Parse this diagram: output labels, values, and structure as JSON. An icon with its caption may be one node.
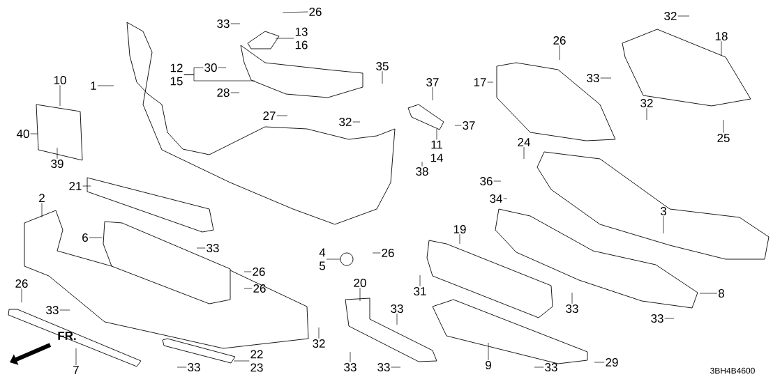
{
  "diagram": {
    "nodes": [
      {
        "text": [
          "26"
        ]
      },
      {
        "text": [
          "33"
        ]
      },
      {
        "text": [
          "13",
          "16"
        ]
      },
      {
        "text": [
          "32"
        ]
      },
      {
        "text": [
          "18"
        ]
      },
      {
        "text": [
          "10"
        ]
      },
      {
        "text": [
          "1"
        ]
      },
      {
        "text": [
          "12",
          "15"
        ]
      },
      {
        "text": [
          "30"
        ]
      },
      {
        "text": [
          "35"
        ]
      },
      {
        "text": [
          "17"
        ]
      },
      {
        "text": [
          "33"
        ]
      },
      {
        "text": [
          "26"
        ]
      },
      {
        "text": [
          "28"
        ]
      },
      {
        "text": [
          "37"
        ]
      },
      {
        "text": [
          "32"
        ]
      },
      {
        "text": [
          "40"
        ]
      },
      {
        "text": [
          "27"
        ]
      },
      {
        "text": [
          "32"
        ]
      },
      {
        "text": [
          "37"
        ]
      },
      {
        "text": [
          "11",
          "14"
        ]
      },
      {
        "text": [
          "24"
        ]
      },
      {
        "text": [
          "25"
        ]
      },
      {
        "text": [
          "39"
        ]
      },
      {
        "text": [
          "38"
        ]
      },
      {
        "text": [
          "36"
        ]
      },
      {
        "text": [
          "21"
        ]
      },
      {
        "text": [
          "34"
        ]
      },
      {
        "text": [
          "2"
        ]
      },
      {
        "text": [
          "3"
        ]
      },
      {
        "text": [
          "19"
        ]
      },
      {
        "text": [
          "6"
        ]
      },
      {
        "text": [
          "33"
        ]
      },
      {
        "text": [
          "4",
          "5"
        ]
      },
      {
        "text": [
          "26"
        ]
      },
      {
        "text": [
          "26"
        ]
      },
      {
        "text": [
          "20"
        ]
      },
      {
        "text": [
          "26"
        ]
      },
      {
        "text": [
          "26"
        ]
      },
      {
        "text": [
          "31"
        ]
      },
      {
        "text": [
          "8"
        ]
      },
      {
        "text": [
          "33"
        ]
      },
      {
        "text": [
          "33"
        ]
      },
      {
        "text": [
          "33"
        ]
      },
      {
        "text": [
          "33"
        ]
      },
      {
        "text": [
          "32"
        ]
      },
      {
        "text": [
          "22",
          "23"
        ]
      },
      {
        "text": [
          "29"
        ]
      },
      {
        "text": [
          "9"
        ]
      },
      {
        "text": [
          "33"
        ]
      },
      {
        "text": [
          "7"
        ]
      },
      {
        "text": [
          "33"
        ]
      },
      {
        "text": [
          "33"
        ]
      },
      {
        "text": [
          "33"
        ]
      },
      {
        "text": [],
        "shape": "circle"
      }
    ],
    "edges": [
      {
        "from": 0,
        "to": null,
        "arrow": "none"
      },
      {
        "from": 1,
        "to": null,
        "arrow": "none"
      },
      {
        "from": 2,
        "to": null,
        "arrow": "none"
      },
      {
        "from": 3,
        "to": null,
        "arrow": "none"
      },
      {
        "from": 4,
        "to": null,
        "arrow": "none"
      },
      {
        "from": 5,
        "to": null,
        "arrow": "none"
      },
      {
        "from": 6,
        "to": null,
        "arrow": "none"
      },
      {
        "from": 7,
        "to": null,
        "arrow": "none"
      },
      {
        "from": 8,
        "to": null,
        "arrow": "none"
      },
      {
        "from": 9,
        "to": null,
        "arrow": "none"
      },
      {
        "from": 10,
        "to": null,
        "arrow": "none"
      },
      {
        "from": 11,
        "to": null,
        "arrow": "none"
      },
      {
        "from": 12,
        "to": null,
        "arrow": "none"
      },
      {
        "from": 13,
        "to": null,
        "arrow": "none"
      },
      {
        "from": 14,
        "to": null,
        "arrow": "none"
      },
      {
        "from": 15,
        "to": null,
        "arrow": "none"
      },
      {
        "from": 16,
        "to": null,
        "arrow": "none"
      },
      {
        "from": 17,
        "to": null,
        "arrow": "none"
      },
      {
        "from": 18,
        "to": null,
        "arrow": "none"
      },
      {
        "from": 19,
        "to": null,
        "arrow": "none"
      },
      {
        "from": 20,
        "to": null,
        "arrow": "none"
      },
      {
        "from": 21,
        "to": null,
        "arrow": "none"
      },
      {
        "from": 22,
        "to": null,
        "arrow": "none"
      },
      {
        "from": 23,
        "to": null,
        "arrow": "none"
      },
      {
        "from": 24,
        "to": null,
        "arrow": "none"
      },
      {
        "from": 25,
        "to": null,
        "arrow": "none"
      },
      {
        "from": 26,
        "to": null,
        "arrow": "none"
      },
      {
        "from": 27,
        "to": null,
        "arrow": "none"
      },
      {
        "from": 28,
        "to": null,
        "arrow": "none"
      },
      {
        "from": 29,
        "to": null,
        "arrow": "none"
      },
      {
        "from": 30,
        "to": null,
        "arrow": "none"
      },
      {
        "from": 31,
        "to": null,
        "arrow": "none"
      },
      {
        "from": 32,
        "to": null,
        "arrow": "none"
      },
      {
        "from": 33,
        "to": 54,
        "arrow": "none"
      },
      {
        "from": 34,
        "to": null,
        "arrow": "none"
      },
      {
        "from": 35,
        "to": null,
        "arrow": "none"
      },
      {
        "from": 36,
        "to": null,
        "arrow": "none"
      },
      {
        "from": 37,
        "to": null,
        "arrow": "none"
      },
      {
        "from": 38,
        "to": null,
        "arrow": "none"
      },
      {
        "from": 39,
        "to": null,
        "arrow": "none"
      },
      {
        "from": 40,
        "to": null,
        "arrow": "none"
      },
      {
        "from": 41,
        "to": null,
        "arrow": "none"
      },
      {
        "from": 42,
        "to": null,
        "arrow": "none"
      },
      {
        "from": 43,
        "to": null,
        "arrow": "none"
      },
      {
        "from": 44,
        "to": null,
        "arrow": "none"
      },
      {
        "from": 45,
        "to": null,
        "arrow": "none"
      },
      {
        "from": 46,
        "to": null,
        "arrow": "none"
      },
      {
        "from": 47,
        "to": null,
        "arrow": "none"
      },
      {
        "from": 48,
        "to": null,
        "arrow": "none"
      },
      {
        "from": 49,
        "to": null,
        "arrow": "none"
      },
      {
        "from": 50,
        "to": null,
        "arrow": "none"
      },
      {
        "from": 51,
        "to": null,
        "arrow": "none"
      },
      {
        "from": 52,
        "to": null,
        "arrow": "none"
      },
      {
        "from": 53,
        "to": null,
        "arrow": "none"
      },
      {
        "from": 7,
        "to": 8,
        "arrow": "none"
      }
    ],
    "labels": [
      "FR.",
      "3BH4B4600"
    ]
  }
}
